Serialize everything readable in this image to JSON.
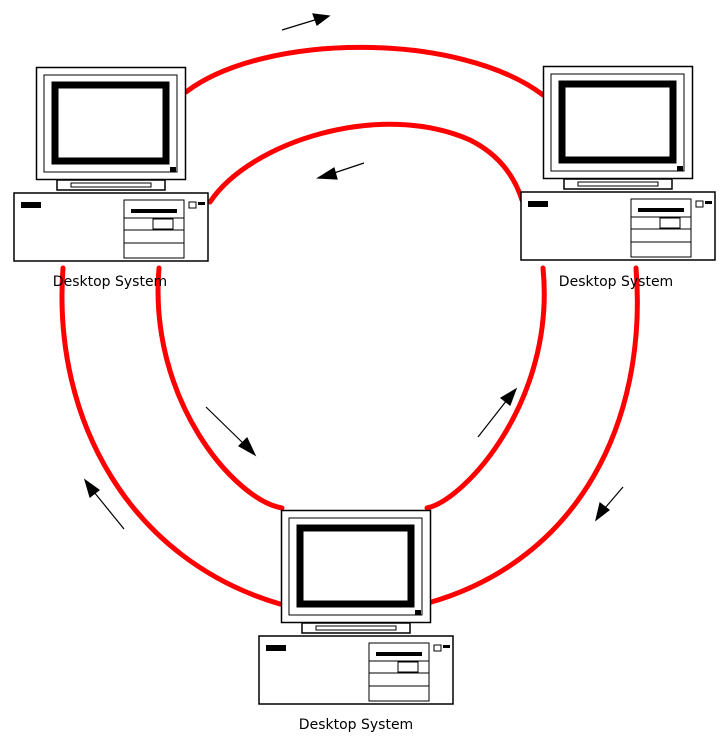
{
  "colors": {
    "ring": "#ff0000",
    "line": "#000000",
    "background": "#ffffff"
  },
  "nodes": [
    {
      "label": "Desktop System"
    },
    {
      "label": "Desktop System"
    },
    {
      "label": "Desktop System"
    }
  ]
}
